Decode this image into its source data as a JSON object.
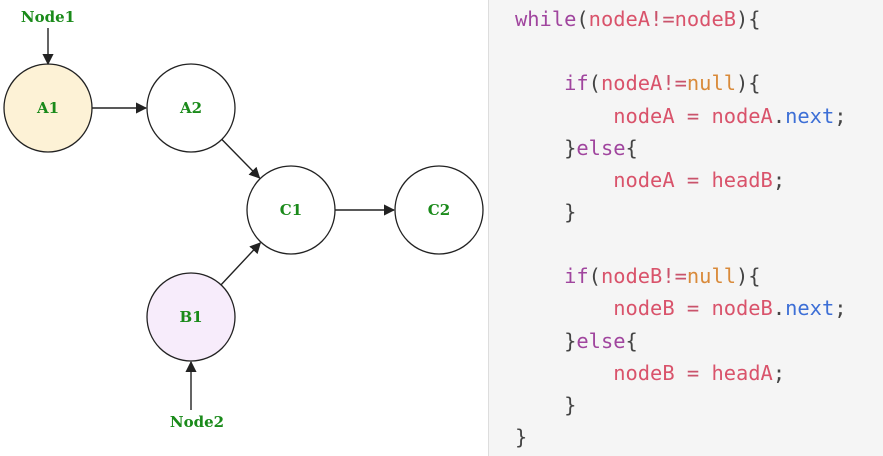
{
  "diagram": {
    "nodes": [
      {
        "id": "A1",
        "label": "A1",
        "fill": "#fdf2d6"
      },
      {
        "id": "A2",
        "label": "A2",
        "fill": "#ffffff"
      },
      {
        "id": "C1",
        "label": "C1",
        "fill": "#ffffff"
      },
      {
        "id": "C2",
        "label": "C2",
        "fill": "#ffffff"
      },
      {
        "id": "B1",
        "label": "B1",
        "fill": "#f7ecfb"
      }
    ],
    "pointers": [
      {
        "label": "Node1",
        "target": "A1"
      },
      {
        "label": "Node2",
        "target": "B1"
      }
    ],
    "edges": [
      {
        "from": "A1",
        "to": "A2"
      },
      {
        "from": "A2",
        "to": "C1"
      },
      {
        "from": "C1",
        "to": "C2"
      },
      {
        "from": "B1",
        "to": "C1"
      }
    ]
  },
  "code": {
    "lines": [
      [
        [
          "kw",
          "while"
        ],
        [
          "punc",
          "("
        ],
        [
          "var",
          "nodeA"
        ],
        [
          "op",
          "!="
        ],
        [
          "var",
          "nodeB"
        ],
        [
          "punc",
          "){"
        ]
      ],
      [],
      [
        [
          "punc",
          "    "
        ],
        [
          "kw",
          "if"
        ],
        [
          "punc",
          "("
        ],
        [
          "var",
          "nodeA"
        ],
        [
          "op",
          "!="
        ],
        [
          "num",
          "null"
        ],
        [
          "punc",
          "){"
        ]
      ],
      [
        [
          "punc",
          "        "
        ],
        [
          "var",
          "nodeA"
        ],
        [
          "punc",
          " "
        ],
        [
          "op",
          "="
        ],
        [
          "punc",
          " "
        ],
        [
          "var",
          "nodeA"
        ],
        [
          "punc",
          "."
        ],
        [
          "prop",
          "next"
        ],
        [
          "punc",
          ";"
        ]
      ],
      [
        [
          "punc",
          "    }"
        ],
        [
          "kw",
          "else"
        ],
        [
          "punc",
          "{"
        ]
      ],
      [
        [
          "punc",
          "        "
        ],
        [
          "var",
          "nodeA"
        ],
        [
          "punc",
          " "
        ],
        [
          "op",
          "="
        ],
        [
          "punc",
          " "
        ],
        [
          "var",
          "headB"
        ],
        [
          "punc",
          ";"
        ]
      ],
      [
        [
          "punc",
          "    }"
        ]
      ],
      [],
      [
        [
          "punc",
          "    "
        ],
        [
          "kw",
          "if"
        ],
        [
          "punc",
          "("
        ],
        [
          "var",
          "nodeB"
        ],
        [
          "op",
          "!="
        ],
        [
          "num",
          "null"
        ],
        [
          "punc",
          "){"
        ]
      ],
      [
        [
          "punc",
          "        "
        ],
        [
          "var",
          "nodeB"
        ],
        [
          "punc",
          " "
        ],
        [
          "op",
          "="
        ],
        [
          "punc",
          " "
        ],
        [
          "var",
          "nodeB"
        ],
        [
          "punc",
          "."
        ],
        [
          "prop",
          "next"
        ],
        [
          "punc",
          ";"
        ]
      ],
      [
        [
          "punc",
          "    }"
        ],
        [
          "kw",
          "else"
        ],
        [
          "punc",
          "{"
        ]
      ],
      [
        [
          "punc",
          "        "
        ],
        [
          "var",
          "nodeB"
        ],
        [
          "punc",
          " "
        ],
        [
          "op",
          "="
        ],
        [
          "punc",
          " "
        ],
        [
          "var",
          "headA"
        ],
        [
          "punc",
          ";"
        ]
      ],
      [
        [
          "punc",
          "    }"
        ]
      ],
      [
        [
          "punc",
          "}"
        ]
      ]
    ]
  }
}
